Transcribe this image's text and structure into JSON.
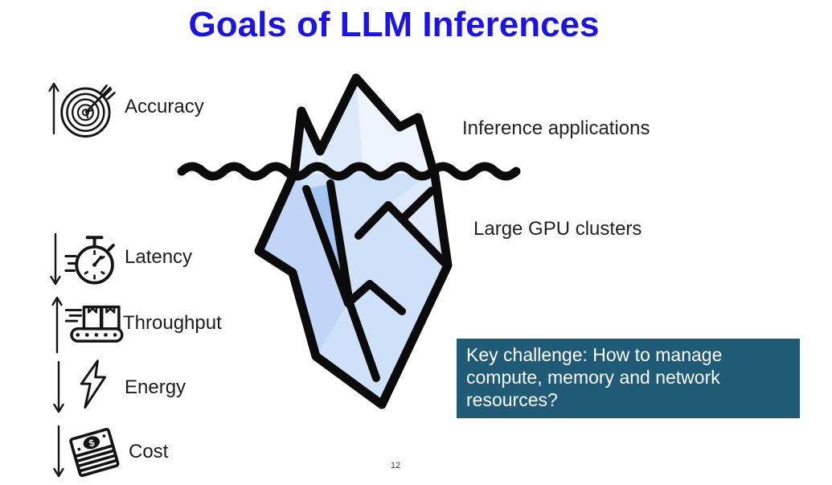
{
  "title": {
    "text": "Goals of LLM Inferences",
    "color": "#1c13e6"
  },
  "goals": [
    {
      "label": "Accuracy",
      "trend": "up",
      "icon": "target-icon"
    },
    {
      "label": "Latency",
      "trend": "down",
      "icon": "stopwatch-icon"
    },
    {
      "label": "Throughput",
      "trend": "up",
      "icon": "conveyor-belt-icon"
    },
    {
      "label": "Energy",
      "trend": "down",
      "icon": "lightning-bolt-icon"
    },
    {
      "label": "Cost",
      "trend": "down",
      "icon": "money-stack-icon"
    }
  ],
  "iceberg": {
    "above_water_label": "Inference applications",
    "below_water_label": "Large GPU clusters",
    "above_color": "#eef4fd",
    "below_color": "#cfe0f9",
    "outline_color": "#0b0b0b"
  },
  "callout": {
    "lines": [
      "Key challenge: How to manage",
      "compute, memory and network",
      "resources?"
    ],
    "bg_color": "#1f5b76",
    "text_color": "#ffffff"
  },
  "page_number": "12"
}
